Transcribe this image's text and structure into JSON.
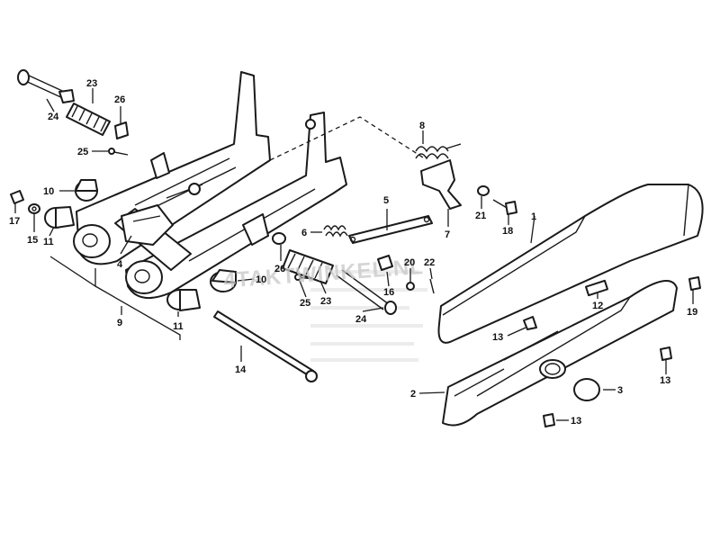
{
  "watermark": "4TAKTWINKEL.NL",
  "labels": [
    {
      "id": "l-23a",
      "text": "23"
    },
    {
      "id": "l-26a",
      "text": "26"
    },
    {
      "id": "l-24a",
      "text": "24"
    },
    {
      "id": "l-25a",
      "text": "25"
    },
    {
      "id": "l-10a",
      "text": "10"
    },
    {
      "id": "l-17",
      "text": "17"
    },
    {
      "id": "l-15",
      "text": "15"
    },
    {
      "id": "l-11a",
      "text": "11"
    },
    {
      "id": "l-4",
      "text": "4"
    },
    {
      "id": "l-9",
      "text": "9"
    },
    {
      "id": "l-11b",
      "text": "11"
    },
    {
      "id": "l-14",
      "text": "14"
    },
    {
      "id": "l-10b",
      "text": "10"
    },
    {
      "id": "l-26b",
      "text": "26"
    },
    {
      "id": "l-6",
      "text": "6"
    },
    {
      "id": "l-5",
      "text": "5"
    },
    {
      "id": "l-8",
      "text": "8"
    },
    {
      "id": "l-7",
      "text": "7"
    },
    {
      "id": "l-21",
      "text": "21"
    },
    {
      "id": "l-18",
      "text": "18"
    },
    {
      "id": "l-25b",
      "text": "25"
    },
    {
      "id": "l-23b",
      "text": "23"
    },
    {
      "id": "l-24b",
      "text": "24"
    },
    {
      "id": "l-16",
      "text": "16"
    },
    {
      "id": "l-20",
      "text": "20"
    },
    {
      "id": "l-22",
      "text": "22"
    },
    {
      "id": "l-1",
      "text": "1"
    },
    {
      "id": "l-12",
      "text": "12"
    },
    {
      "id": "l-13a",
      "text": "13"
    },
    {
      "id": "l-19",
      "text": "19"
    },
    {
      "id": "l-13b",
      "text": "13"
    },
    {
      "id": "l-3",
      "text": "3"
    },
    {
      "id": "l-2",
      "text": "2"
    },
    {
      "id": "l-13c",
      "text": "13"
    }
  ]
}
